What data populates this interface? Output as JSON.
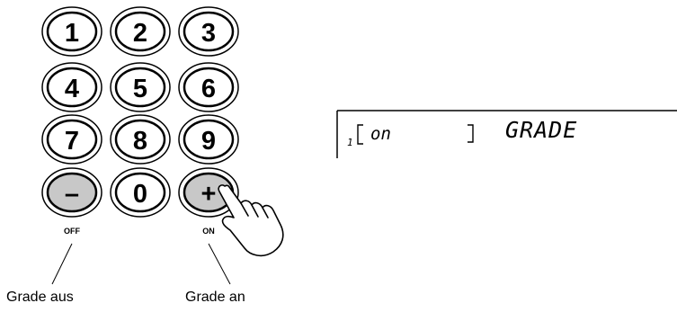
{
  "keypad": {
    "keys": [
      "1",
      "2",
      "3",
      "4",
      "5",
      "6",
      "7",
      "8",
      "9",
      "–",
      "0",
      "+"
    ],
    "minus_caption": "OFF",
    "plus_caption": "ON"
  },
  "captions": {
    "off": "Grade aus",
    "on": "Grade an"
  },
  "display": {
    "line_number": "1",
    "value": "on",
    "name": "GRADE"
  },
  "colors": {
    "key_fill": "#ffffff",
    "key_highlight_fill": "#c8c8c8",
    "outline": "#000000"
  }
}
